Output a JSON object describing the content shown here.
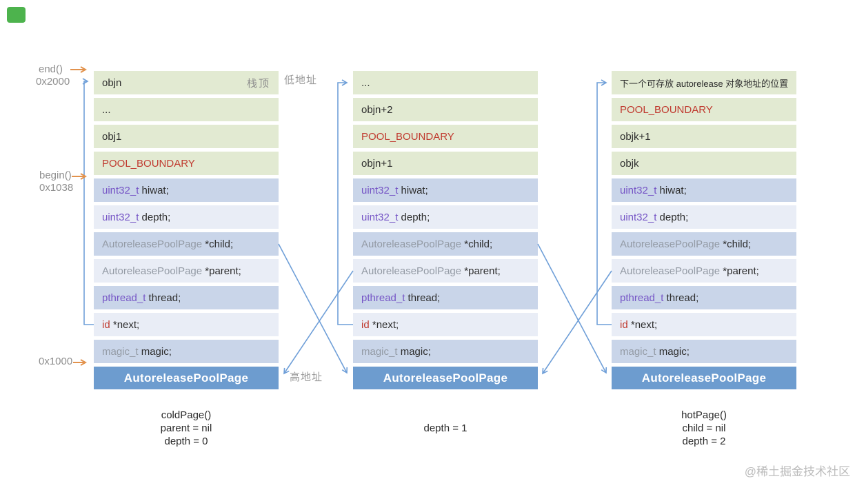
{
  "diagram": {
    "watermark": "@稀土掘金技术社区",
    "labels": {
      "end_fn": "end()",
      "end_addr": "0x2000",
      "begin_fn": "begin()",
      "begin_addr": "0x1038",
      "base_addr": "0x1000",
      "low_address": "低地址",
      "high_address": "高地址"
    },
    "colors": {
      "green_row": "#e2ead2",
      "struct_row_dark": "#c9d5e9",
      "struct_row_light": "#e9edf6",
      "page_title_bar": "#6d9ccf",
      "pointer_arrow_blue": "#6f9fd8",
      "address_arrow_orange": "#e2924d",
      "boundary_red": "#c03a2f",
      "type_purple": "#7656c6",
      "type_gray": "#939aa4",
      "logo_green": "#4db34d"
    },
    "pages": [
      {
        "id": "cold-page",
        "footer": "AutoreleasePoolPage",
        "caption": [
          "coldPage()",
          "parent = nil",
          "depth = 0"
        ],
        "rows": [
          {
            "style": "green",
            "right_label": "栈顶",
            "segments": [
              {
                "text": "objn",
                "tone": "dark"
              }
            ]
          },
          {
            "style": "green",
            "segments": [
              {
                "text": "...",
                "tone": "dark"
              }
            ]
          },
          {
            "style": "green",
            "segments": [
              {
                "text": "obj1",
                "tone": "dark"
              }
            ]
          },
          {
            "style": "green",
            "segments": [
              {
                "text": "POOL_BOUNDARY",
                "tone": "red"
              }
            ]
          },
          {
            "style": "blue-dark",
            "segments": [
              {
                "text": "uint32_t",
                "tone": "purple"
              },
              {
                "text": " hiwat;",
                "tone": "dark"
              }
            ]
          },
          {
            "style": "blue-light",
            "segments": [
              {
                "text": "uint32_t",
                "tone": "purple"
              },
              {
                "text": " depth;",
                "tone": "dark"
              }
            ]
          },
          {
            "style": "blue-dark",
            "segments": [
              {
                "text": "AutoreleasePoolPage",
                "tone": "gray"
              },
              {
                "text": " *child;",
                "tone": "dark"
              }
            ]
          },
          {
            "style": "blue-light",
            "segments": [
              {
                "text": "AutoreleasePoolPage",
                "tone": "gray"
              },
              {
                "text": " *parent;",
                "tone": "dark"
              }
            ]
          },
          {
            "style": "blue-dark",
            "segments": [
              {
                "text": "pthread_t",
                "tone": "purple"
              },
              {
                "text": " thread;",
                "tone": "dark"
              }
            ]
          },
          {
            "style": "blue-light",
            "segments": [
              {
                "text": "id",
                "tone": "red"
              },
              {
                "text": " *next;",
                "tone": "dark"
              }
            ]
          },
          {
            "style": "blue-dark",
            "segments": [
              {
                "text": "magic_t",
                "tone": "gray"
              },
              {
                "text": " magic;",
                "tone": "dark"
              }
            ]
          }
        ]
      },
      {
        "id": "middle-page",
        "footer": "AutoreleasePoolPage",
        "caption": [
          "depth = 1"
        ],
        "rows": [
          {
            "style": "green",
            "segments": [
              {
                "text": "...",
                "tone": "dark"
              }
            ]
          },
          {
            "style": "green",
            "segments": [
              {
                "text": "objn+2",
                "tone": "dark"
              }
            ]
          },
          {
            "style": "green",
            "segments": [
              {
                "text": "POOL_BOUNDARY",
                "tone": "red"
              }
            ]
          },
          {
            "style": "green",
            "segments": [
              {
                "text": "objn+1",
                "tone": "dark"
              }
            ]
          },
          {
            "style": "blue-dark",
            "segments": [
              {
                "text": "uint32_t",
                "tone": "purple"
              },
              {
                "text": " hiwat;",
                "tone": "dark"
              }
            ]
          },
          {
            "style": "blue-light",
            "segments": [
              {
                "text": "uint32_t",
                "tone": "purple"
              },
              {
                "text": " depth;",
                "tone": "dark"
              }
            ]
          },
          {
            "style": "blue-dark",
            "segments": [
              {
                "text": "AutoreleasePoolPage",
                "tone": "gray"
              },
              {
                "text": " *child;",
                "tone": "dark"
              }
            ]
          },
          {
            "style": "blue-light",
            "segments": [
              {
                "text": "AutoreleasePoolPage",
                "tone": "gray"
              },
              {
                "text": " *parent;",
                "tone": "dark"
              }
            ]
          },
          {
            "style": "blue-dark",
            "segments": [
              {
                "text": "pthread_t",
                "tone": "purple"
              },
              {
                "text": " thread;",
                "tone": "dark"
              }
            ]
          },
          {
            "style": "blue-light",
            "segments": [
              {
                "text": "id",
                "tone": "red"
              },
              {
                "text": " *next;",
                "tone": "dark"
              }
            ]
          },
          {
            "style": "blue-dark",
            "segments": [
              {
                "text": "magic_t",
                "tone": "gray"
              },
              {
                "text": " magic;",
                "tone": "dark"
              }
            ]
          }
        ]
      },
      {
        "id": "hot-page",
        "footer": "AutoreleasePoolPage",
        "caption": [
          "hotPage()",
          "child = nil",
          "depth = 2"
        ],
        "rows": [
          {
            "style": "green",
            "small": true,
            "segments": [
              {
                "text": "下一个可存放 autorelease 对象地址的位置",
                "tone": "dark"
              }
            ]
          },
          {
            "style": "green",
            "segments": [
              {
                "text": "POOL_BOUNDARY",
                "tone": "red"
              }
            ]
          },
          {
            "style": "green",
            "segments": [
              {
                "text": "objk+1",
                "tone": "dark"
              }
            ]
          },
          {
            "style": "green",
            "segments": [
              {
                "text": "objk",
                "tone": "dark"
              }
            ]
          },
          {
            "style": "blue-dark",
            "segments": [
              {
                "text": "uint32_t",
                "tone": "purple"
              },
              {
                "text": " hiwat;",
                "tone": "dark"
              }
            ]
          },
          {
            "style": "blue-light",
            "segments": [
              {
                "text": "uint32_t",
                "tone": "purple"
              },
              {
                "text": " depth;",
                "tone": "dark"
              }
            ]
          },
          {
            "style": "blue-dark",
            "segments": [
              {
                "text": "AutoreleasePoolPage",
                "tone": "gray"
              },
              {
                "text": " *child;",
                "tone": "dark"
              }
            ]
          },
          {
            "style": "blue-light",
            "segments": [
              {
                "text": "AutoreleasePoolPage",
                "tone": "gray"
              },
              {
                "text": " *parent;",
                "tone": "dark"
              }
            ]
          },
          {
            "style": "blue-dark",
            "segments": [
              {
                "text": "pthread_t",
                "tone": "purple"
              },
              {
                "text": " thread;",
                "tone": "dark"
              }
            ]
          },
          {
            "style": "blue-light",
            "segments": [
              {
                "text": "id",
                "tone": "red"
              },
              {
                "text": " *next;",
                "tone": "dark"
              }
            ]
          },
          {
            "style": "blue-dark",
            "segments": [
              {
                "text": "magic_t",
                "tone": "gray"
              },
              {
                "text": " magic;",
                "tone": "dark"
              }
            ]
          }
        ]
      }
    ]
  }
}
